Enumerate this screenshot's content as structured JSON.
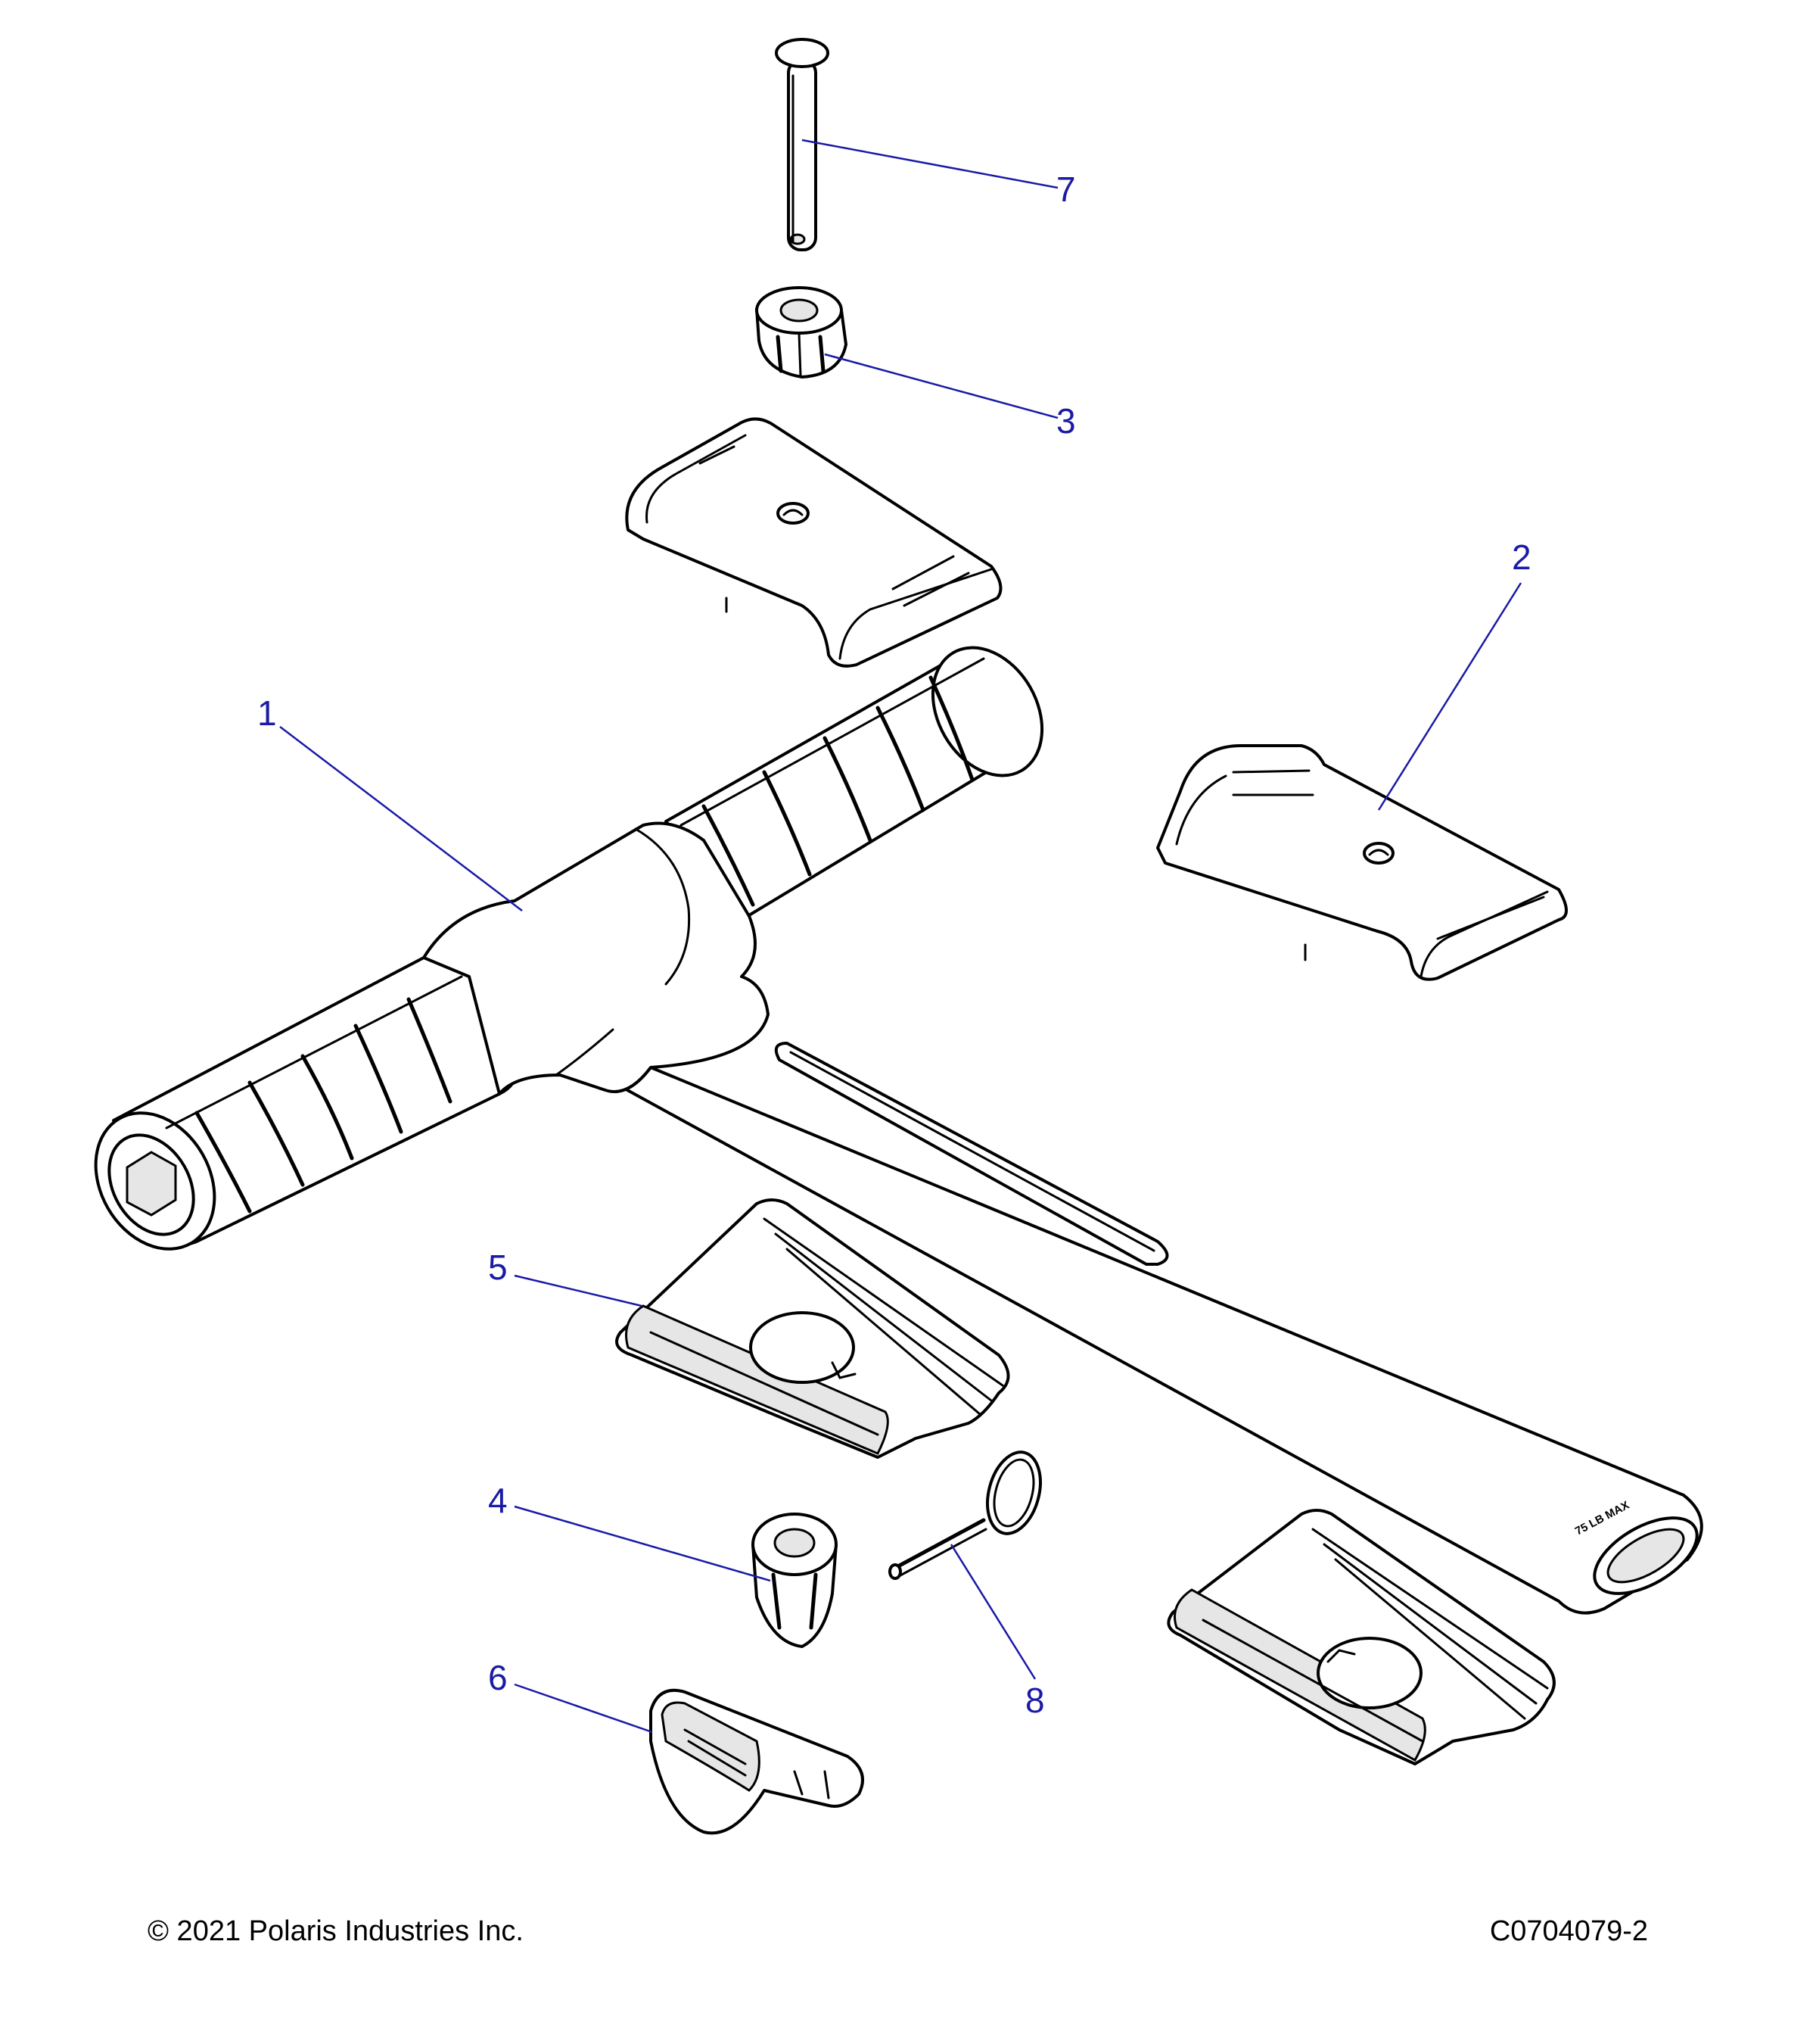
{
  "diagram": {
    "callouts": [
      "1",
      "2",
      "3",
      "4",
      "5",
      "6",
      "7",
      "8"
    ],
    "tube_marking": "75 LB MAX"
  },
  "footer": {
    "copyright": "© 2021 Polaris Industries Inc.",
    "drawing_number": "C0704079-2"
  }
}
